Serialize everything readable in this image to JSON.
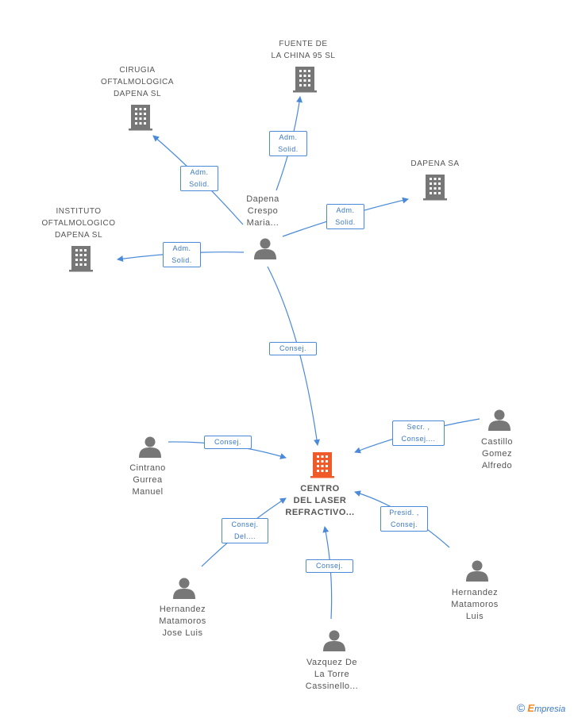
{
  "nodes": {
    "fuente": "FUENTE DE\nLA CHINA 95 SL",
    "cirugia": "CIRUGIA\nOFTALMOLOGICA\nDAPENA SL",
    "dapena_sa": "DAPENA SA",
    "instituto": "INSTITUTO\nOFTALMOLOGICO\nDAPENA SL",
    "dapena_person": "Dapena\nCrespo\nMaria...",
    "centro": "CENTRO\nDEL LASER\nREFRACTIVO...",
    "castillo": "Castillo\nGomez\nAlfredo",
    "cintrano": "Cintrano\nGurrea\nManuel",
    "hernandez_luis": "Hernandez\nMatamoros\nLuis",
    "hernandez_jose": "Hernandez\nMatamoros\nJose Luis",
    "vazquez": "Vazquez De\nLa Torre\nCassinello..."
  },
  "edges": {
    "fuente": "Adm.\nSolid.",
    "cirugia": "Adm.\nSolid.",
    "dapena_sa": "Adm.\nSolid.",
    "instituto": "Adm.\nSolid.",
    "dapena_centro": "Consej.",
    "castillo": "Secr. ,\nConsej....",
    "cintrano": "Consej.",
    "hernandez_luis": "Presid. ,\nConsej.",
    "hernandez_jose": "Consej.\nDel....",
    "vazquez": "Consej."
  },
  "footer": {
    "copyright": "©",
    "brand_e": "E",
    "brand_rest": "mpresia"
  },
  "colors": {
    "edge": "#4a8ad8",
    "company": "#777777",
    "main_company": "#f05a28",
    "person": "#777777"
  }
}
